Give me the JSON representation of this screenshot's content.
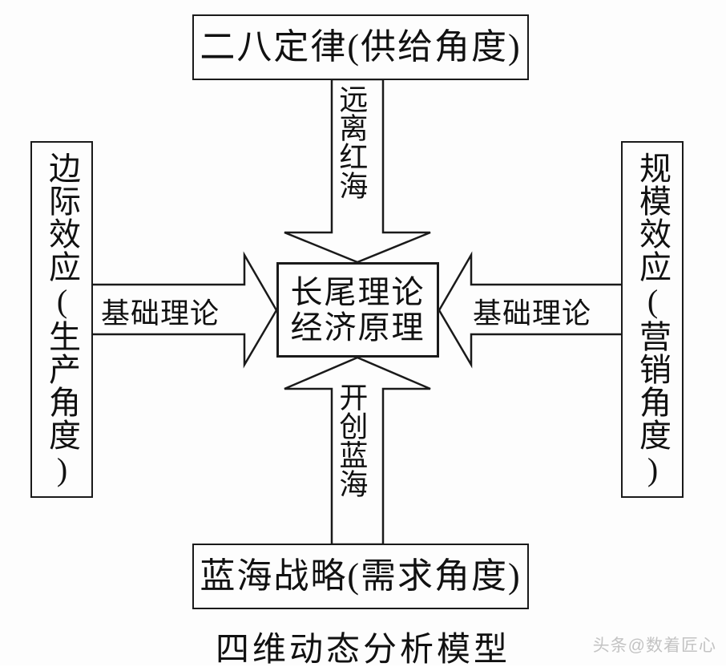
{
  "diagram": {
    "caption": "四维动态分析模型",
    "watermark": "头条@数着匠心",
    "nodes": {
      "top": {
        "label": "二八定律(供给角度)",
        "perspective": "供给角度"
      },
      "bottom": {
        "label": "蓝海战略(需求角度)",
        "perspective": "需求角度"
      },
      "left": {
        "label": "边际效应(生产角度)",
        "perspective": "生产角度"
      },
      "right": {
        "label": "规模效应(营销角度)",
        "perspective": "营销角度"
      },
      "center": {
        "line1": "长尾理论",
        "line2": "经济原理"
      }
    },
    "arrows": {
      "top_to_center": {
        "label": "远离红海",
        "direction": "down"
      },
      "bottom_to_center": {
        "label": "开创蓝海",
        "direction": "up"
      },
      "left_to_center": {
        "label": "基础理论",
        "direction": "right"
      },
      "right_to_center": {
        "label": "基础理论",
        "direction": "left"
      }
    },
    "colors": {
      "stroke": "#1a1a1a",
      "background": "#fdfdfd",
      "text": "#111111",
      "watermark": "#b9b9b9"
    }
  }
}
